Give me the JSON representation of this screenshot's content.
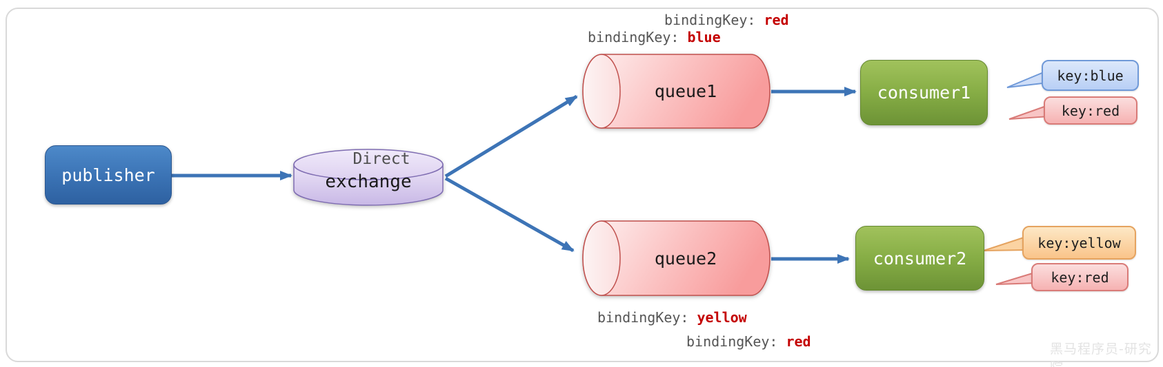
{
  "nodes": {
    "publisher": {
      "label": "publisher"
    },
    "exchange": {
      "type": "Direct",
      "label": "exchange"
    },
    "queue1": {
      "label": "queue1"
    },
    "queue2": {
      "label": "queue2"
    },
    "consumer1": {
      "label": "consumer1"
    },
    "consumer2": {
      "label": "consumer2"
    }
  },
  "bindings": {
    "queue1": [
      {
        "label": "bindingKey:",
        "value": "red"
      },
      {
        "label": "bindingKey:",
        "value": "blue"
      }
    ],
    "queue2": [
      {
        "label": "bindingKey:",
        "value": "yellow"
      },
      {
        "label": "bindingKey:",
        "value": "red"
      }
    ]
  },
  "key_tags": {
    "consumer1": [
      {
        "text": "key:blue",
        "color": "blue"
      },
      {
        "text": "key:red",
        "color": "red"
      }
    ],
    "consumer2": [
      {
        "text": "key:yellow",
        "color": "yellow"
      },
      {
        "text": "key:red",
        "color": "red"
      }
    ]
  },
  "watermark": "黑马程序员-研究院",
  "colors": {
    "arrow": "#3d74b6",
    "binding_label_gray": "#555555",
    "binding_value_red": "#c40000",
    "publisher_blue": "#3a72b4",
    "consumer_green": "#86ad45",
    "queue_pink": "#f9a6a6",
    "exchange_lavender": "#d7c9ee",
    "tag_blue": "#b8cff5",
    "tag_red": "#f6b2b2",
    "tag_yellow": "#fac48a"
  }
}
